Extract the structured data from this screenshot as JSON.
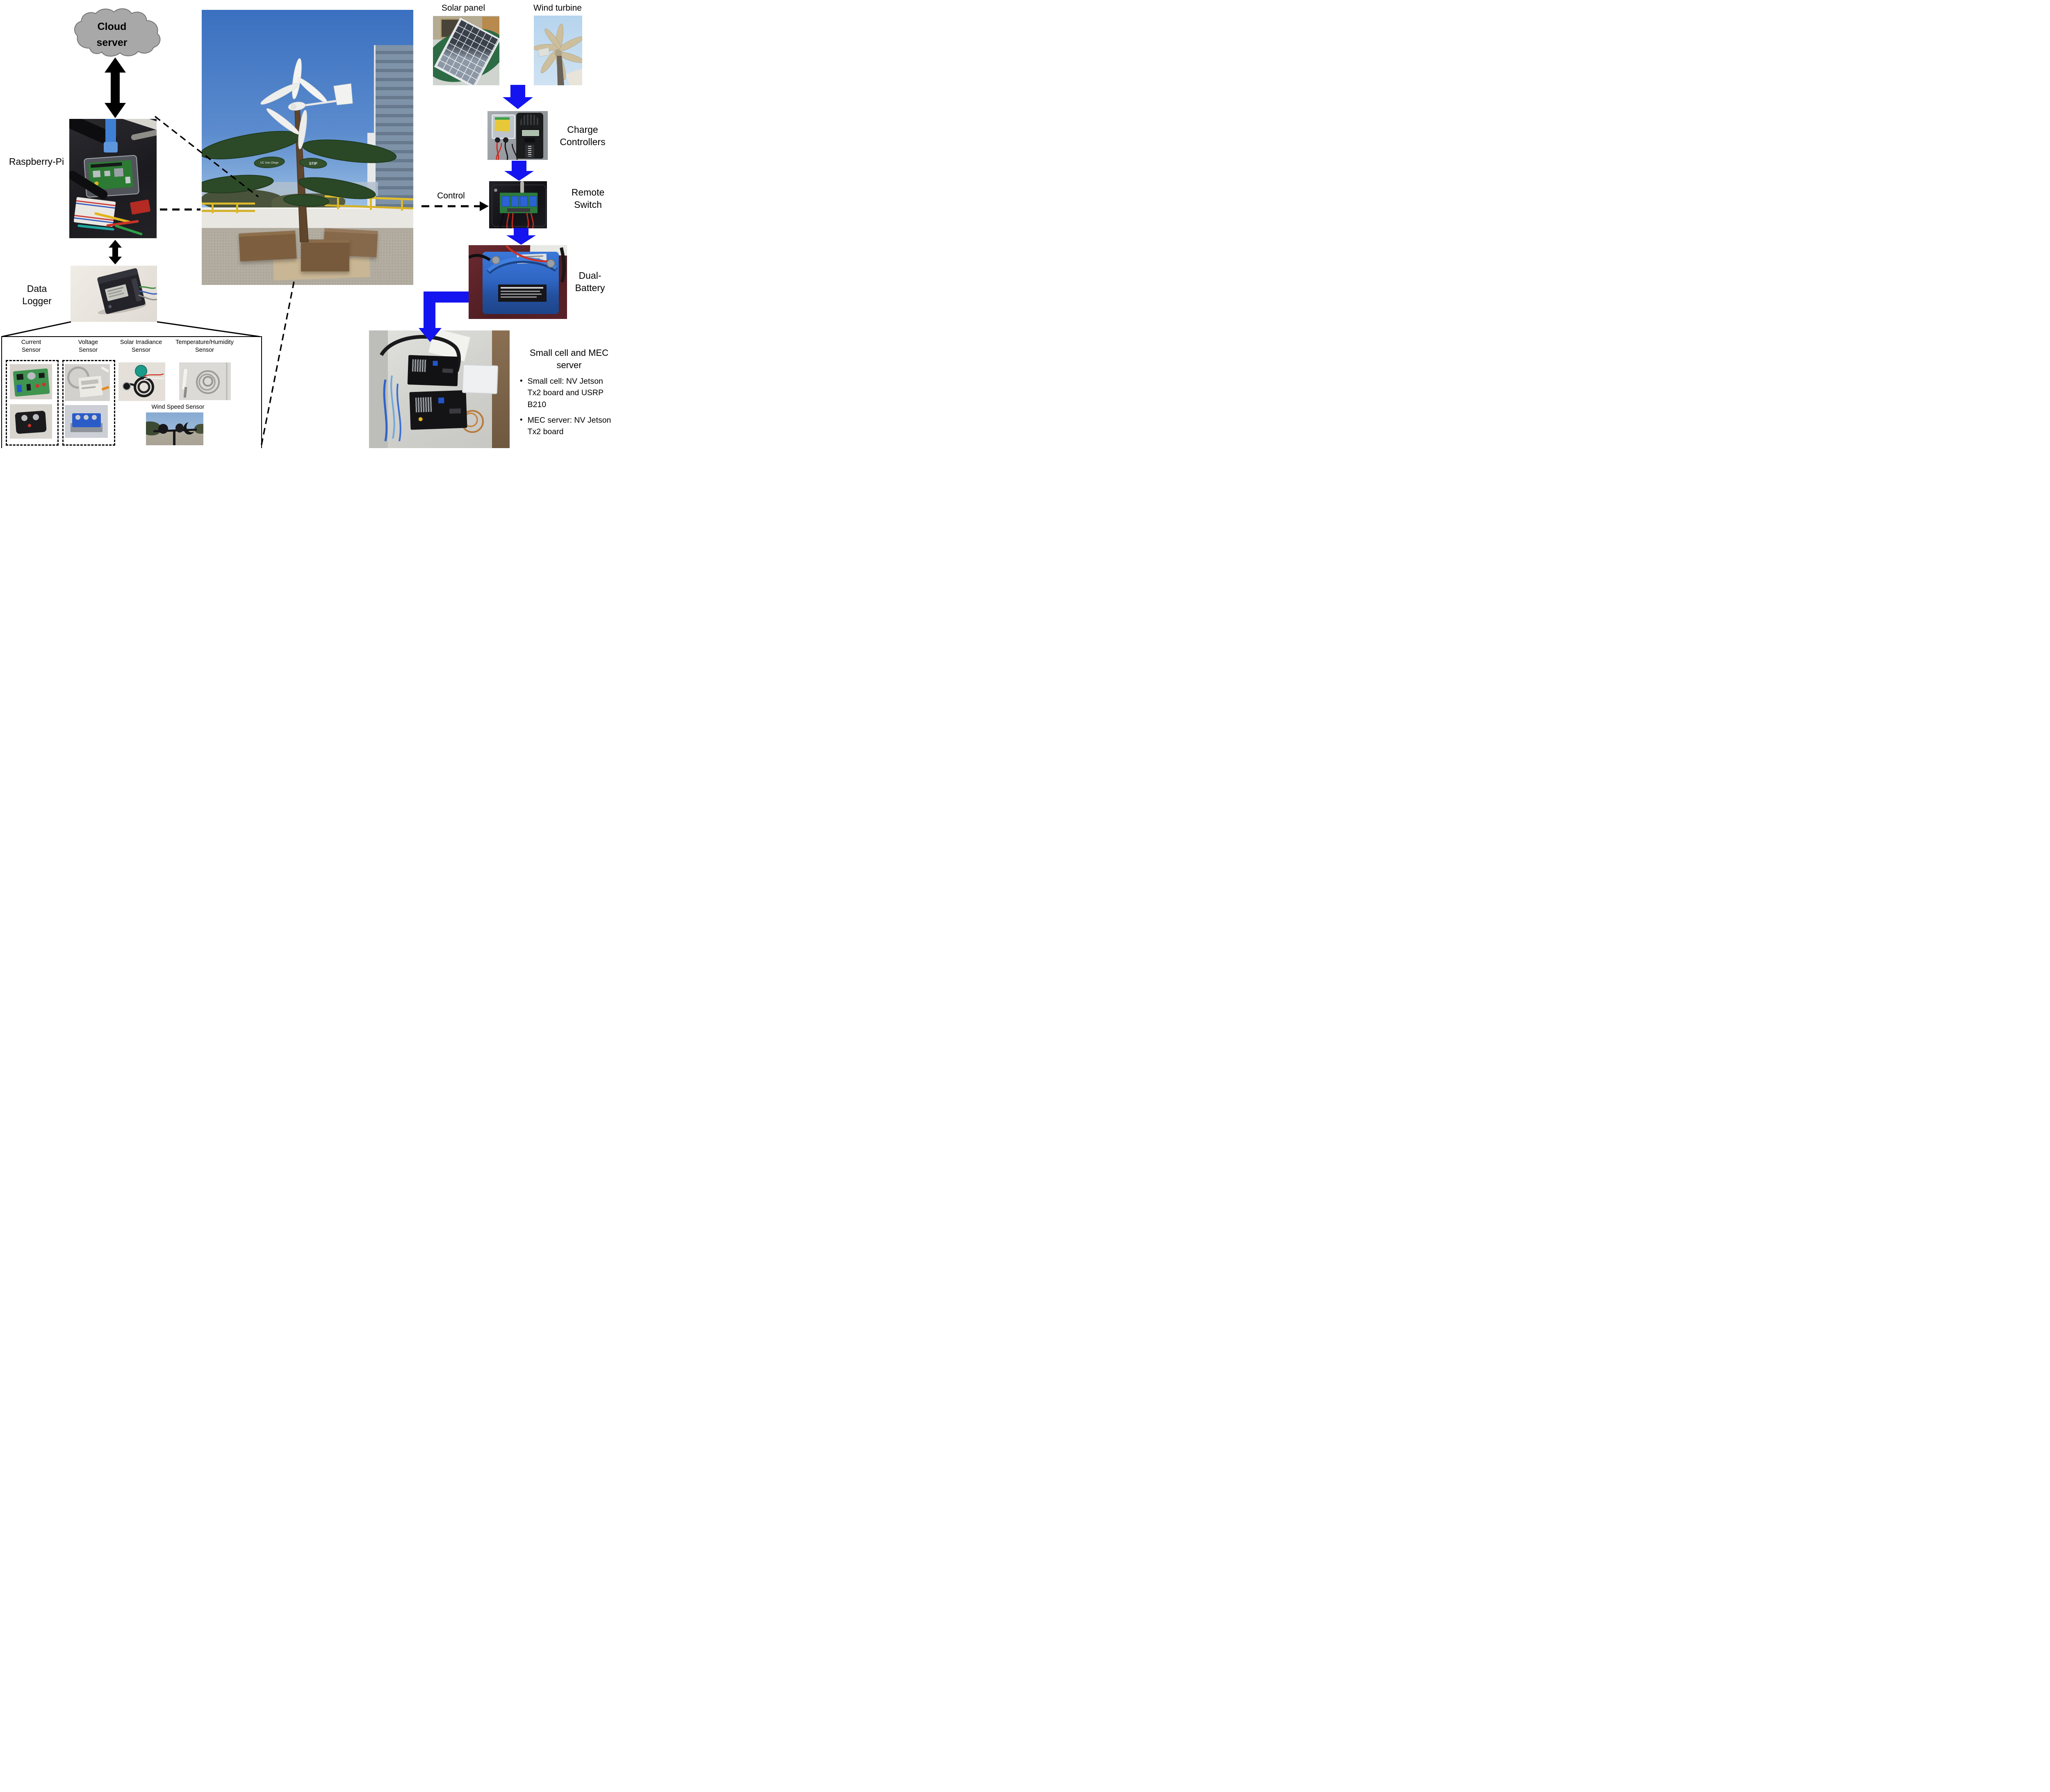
{
  "colors": {
    "arrow-blue": "#1414f0",
    "cloud-fill": "#a8a8a8",
    "cloud-stroke": "#6e6e6e",
    "connector-black": "#000000"
  },
  "cloud": {
    "label": "Cloud server"
  },
  "left_column": {
    "raspberry_pi_label": "Raspberry-Pi",
    "data_logger_label": "Data Logger"
  },
  "sensor_panel": {
    "current_label": "Current Sensor",
    "voltage_label": "Voltage Sensor",
    "solar_irradiance_label": "Solar Irradiance Sensor",
    "temperature_humidity_label": "Temperature/Humidity Sensor",
    "wind_speed_label": "Wind Speed Sensor"
  },
  "center_photo": {
    "sign_left": "UC San Diego",
    "sign_right": "STIP"
  },
  "right_column": {
    "solar_panel_label": "Solar panel",
    "wind_turbine_label": "Wind turbine",
    "charge_controllers_label": "Charge Controllers",
    "control_label": "Control",
    "remote_switch_label": "Remote Switch",
    "dual_battery_label": "Dual-Battery",
    "small_cell": {
      "heading": "Small cell and MEC server",
      "bullets": [
        "Small cell: NV Jetson Tx2 board and USRP B210",
        "MEC server: NV Jetson Tx2 board"
      ]
    }
  }
}
